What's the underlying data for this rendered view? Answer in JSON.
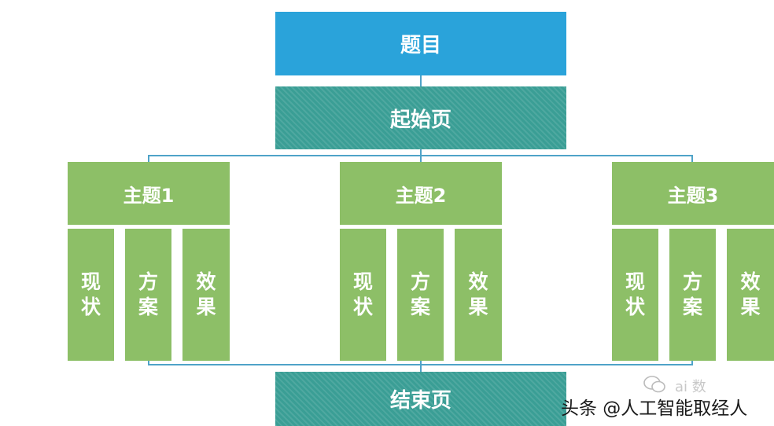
{
  "diagram": {
    "title": "题目",
    "start_page": "起始页",
    "end_page": "结束页",
    "topics": [
      {
        "label": "主题1",
        "subs": [
          [
            "现",
            "状"
          ],
          [
            "方",
            "案"
          ],
          [
            "效",
            "果"
          ]
        ]
      },
      {
        "label": "主题2",
        "subs": [
          [
            "现",
            "状"
          ],
          [
            "方",
            "案"
          ],
          [
            "效",
            "果"
          ]
        ]
      },
      {
        "label": "主题3",
        "subs": [
          [
            "现",
            "状"
          ],
          [
            "方",
            "案"
          ],
          [
            "效",
            "果"
          ]
        ]
      }
    ]
  },
  "colors": {
    "title": "#2aa3da",
    "page_box": "#3a9e95",
    "topic": "#8dbf67",
    "connector": "#4fa3c8"
  },
  "watermark": {
    "icon": "wechat-icon",
    "faint_text": "ai 数",
    "text": "头条 @人工智能取经人"
  }
}
